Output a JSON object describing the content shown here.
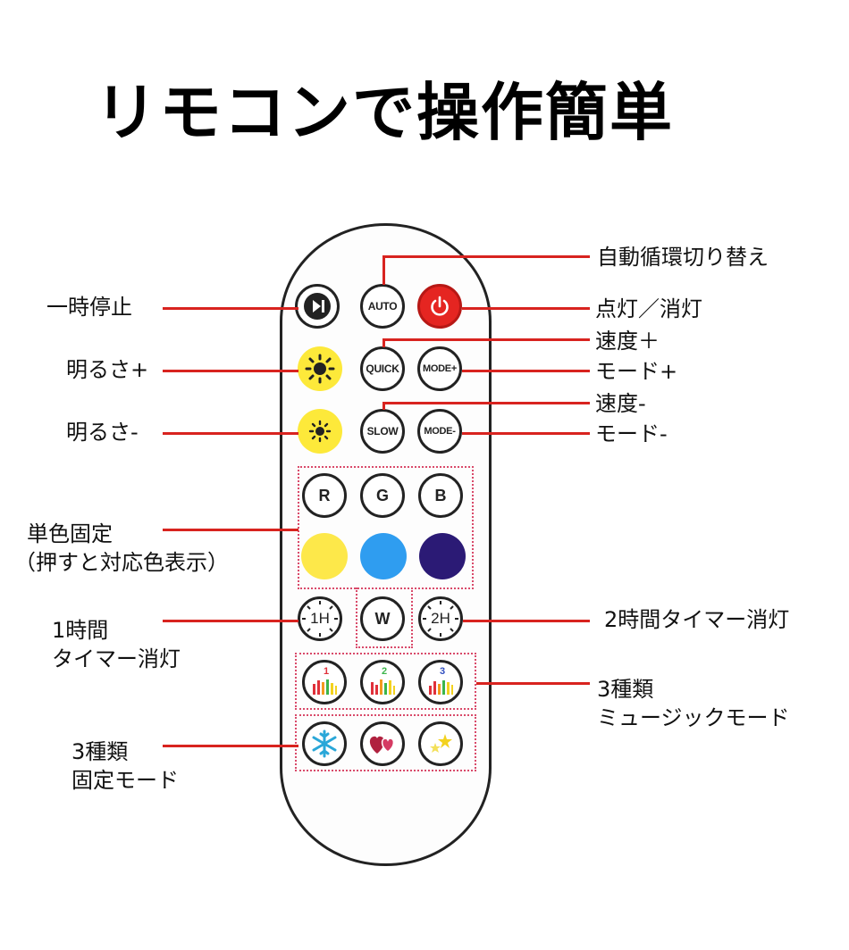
{
  "title": "リモコンで操作簡単",
  "remote": {
    "buttons": {
      "auto": "AUTO",
      "quick": "QUICK",
      "mode_plus": "MODE+",
      "slow": "SLOW",
      "mode_minus": "MODE-",
      "r": "R",
      "g": "G",
      "b": "B",
      "w": "W",
      "timer1": "1H",
      "timer2": "2H",
      "music1": "1",
      "music2": "2",
      "music3": "3"
    },
    "icons": {
      "pause": "play-pause-icon",
      "power": "power-icon",
      "bright_up": "sun-large-icon",
      "bright_down": "sun-small-icon",
      "snowflake": "snowflake-icon",
      "hearts": "hearts-icon",
      "stars": "stars-icon"
    }
  },
  "labels": {
    "pause": "一時停止",
    "auto_cycle": "自動循環切り替え",
    "power": "点灯／消灯",
    "speed_up": "速度＋",
    "mode_up": "モード+",
    "bright_up": "明るさ+",
    "speed_down": "速度-",
    "mode_down": "モード-",
    "bright_down": "明るさ-",
    "single_color_1": "単色固定",
    "single_color_2": "（押すと対応色表示）",
    "timer1_1": "1時間",
    "timer1_2": "タイマー消灯",
    "timer2": "2時間タイマー消灯",
    "music_1": "3種類",
    "music_2": "ミュージックモード",
    "fixed_1": "3種類",
    "fixed_2": "固定モード"
  },
  "colors": {
    "line": "#d8231f",
    "power": "#e52521",
    "sun": "#fde93a",
    "yellow": "#fde84a",
    "blue": "#2f9df0",
    "navy": "#2b1a75"
  }
}
